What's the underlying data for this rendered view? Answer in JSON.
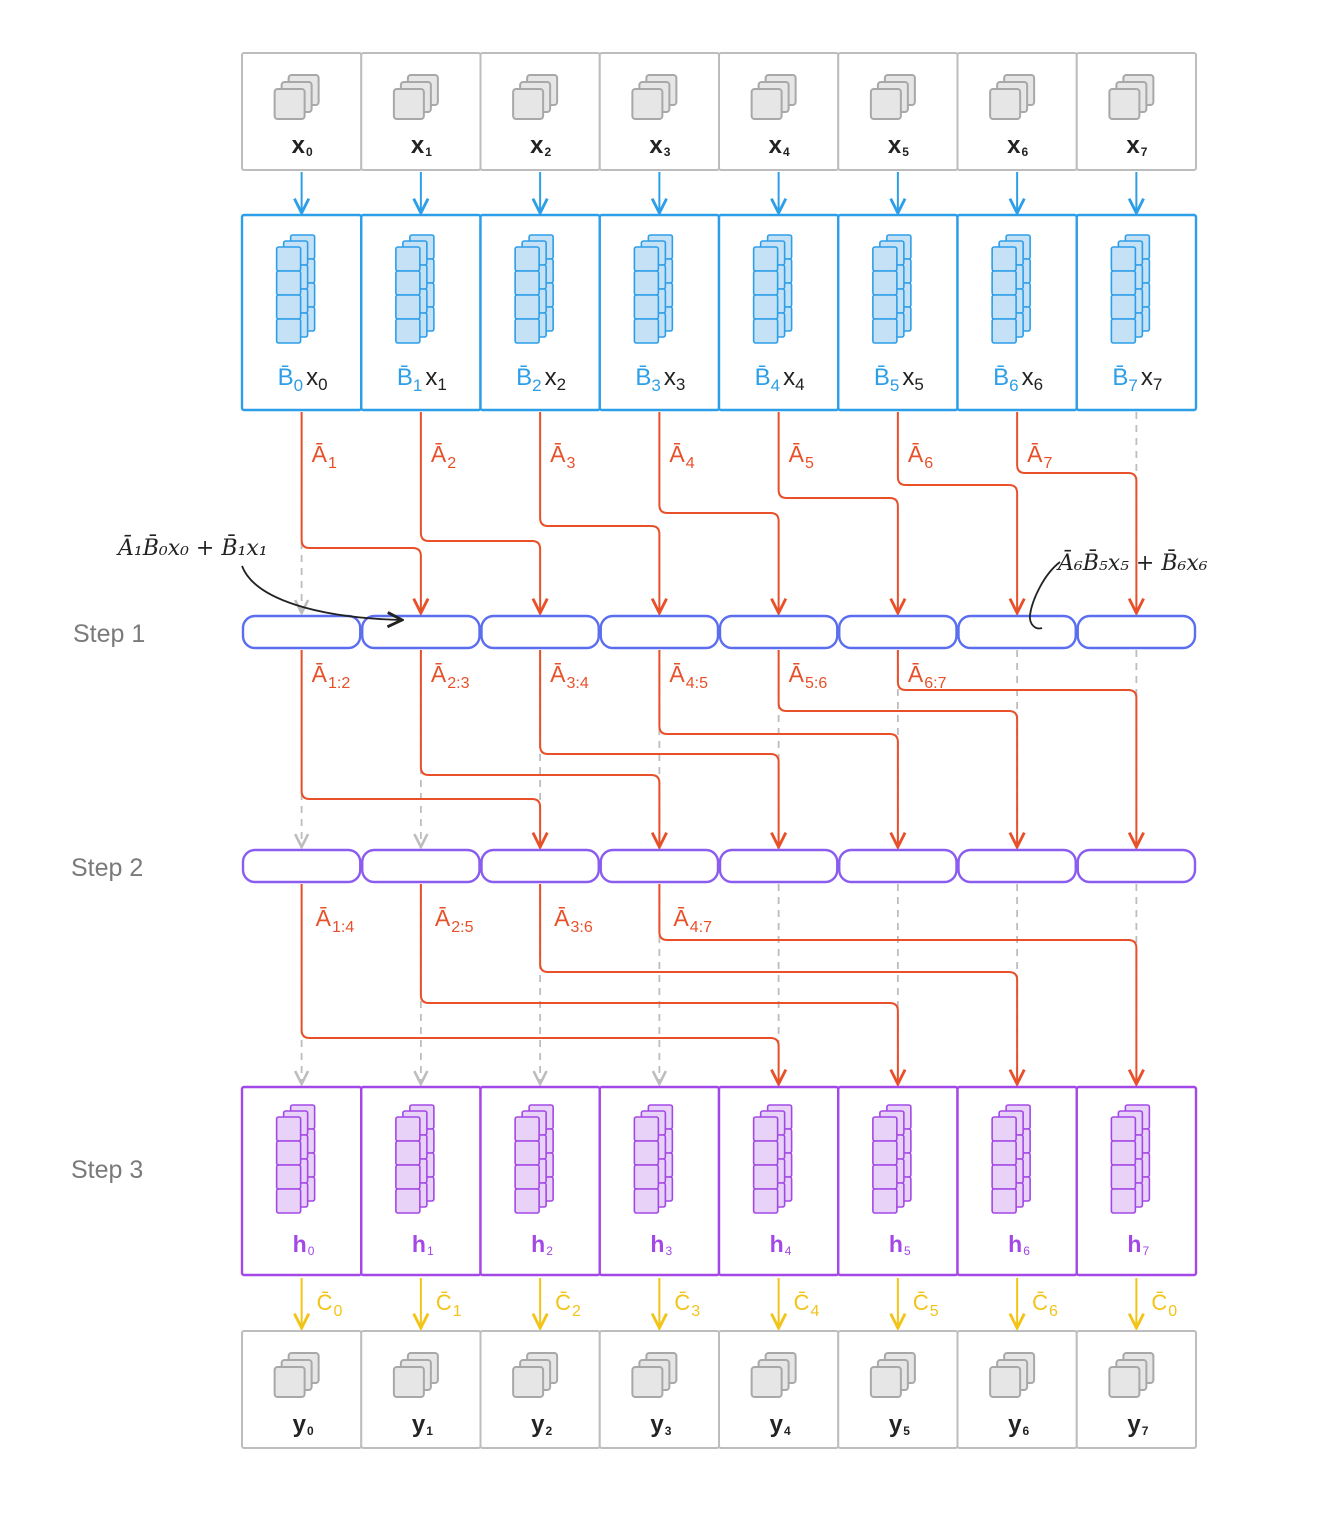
{
  "colors": {
    "input_border": "#bdbdbd",
    "b_border": "#2d9ee8",
    "b_fill": "#c4e1f6",
    "a_line": "#e8502a",
    "step1_border": "#5b6ef0",
    "step2_border": "#8a5cf0",
    "h_border": "#a348e6",
    "h_fill": "#e8d2f8",
    "c_line": "#f2c418",
    "gray_dashed": "#bdbdbd",
    "stack_fill": "#e6e6e6",
    "stack_border": "#a8a8a8"
  },
  "steps": {
    "step1": "Step 1",
    "step2": "Step 2",
    "step3": "Step 3"
  },
  "inputs": {
    "letter": "x",
    "subs": [
      "0",
      "1",
      "2",
      "3",
      "4",
      "5",
      "6",
      "7"
    ]
  },
  "b_cells": {
    "b_letter": "B̄",
    "x_letter": "x",
    "subs": [
      "0",
      "1",
      "2",
      "3",
      "4",
      "5",
      "6",
      "7"
    ]
  },
  "a_stage0": {
    "letter": "Ā",
    "subs": [
      "1",
      "2",
      "3",
      "4",
      "5",
      "6",
      "7"
    ]
  },
  "a_stage1": {
    "letter": "Ā",
    "subs": [
      "1:2",
      "2:3",
      "3:4",
      "4:5",
      "5:6",
      "6:7"
    ]
  },
  "a_stage2": {
    "letter": "Ā",
    "subs": [
      "1:4",
      "2:5",
      "3:6",
      "4:7"
    ]
  },
  "hidden": {
    "letter": "h",
    "subs": [
      "0",
      "1",
      "2",
      "3",
      "4",
      "5",
      "6",
      "7"
    ]
  },
  "c_labels": {
    "letter": "C̄",
    "subs": [
      "0",
      "1",
      "2",
      "3",
      "4",
      "5",
      "6",
      "0"
    ]
  },
  "outputs": {
    "letter": "y",
    "subs": [
      "0",
      "1",
      "2",
      "3",
      "4",
      "5",
      "6",
      "7"
    ]
  },
  "annotations": {
    "left": "Ā₁B̄₀x₀ + B̄₁x₁",
    "right": "Ā₆B̄₅x₅ + B̄₆x₆"
  }
}
